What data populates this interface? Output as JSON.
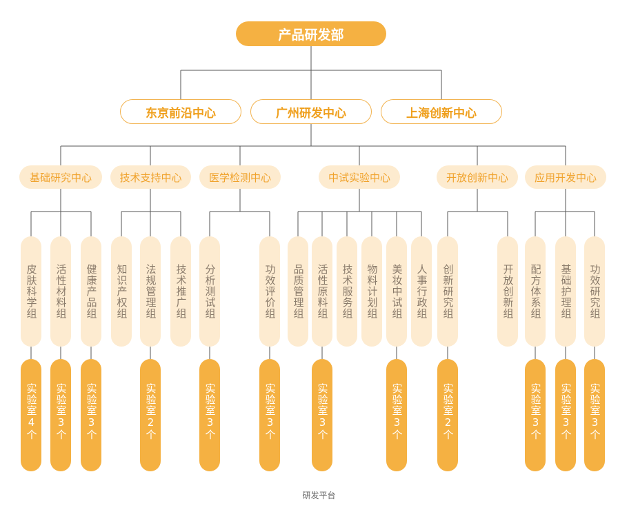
{
  "root": "产品研发部",
  "centers": [
    "东京前沿中心",
    "广州研发中心",
    "上海创新中心"
  ],
  "departments": [
    "基础研究中心",
    "技术支持中心",
    "医学检测中心",
    "中试实验中心",
    "开放创新中心",
    "应用开发中心"
  ],
  "groups": [
    "皮肤科学组",
    "活性材料组",
    "健康产品组",
    "知识产权组",
    "法规管理组",
    "技术推广组",
    "分析测试组",
    "功效评价组",
    "品质管理组",
    "活性原料组",
    "技术服务组",
    "物料计划组",
    "美妆中试组",
    "人事行政组",
    "创新研究组",
    "开放创新组",
    "配方体系组",
    "基础护理组",
    "功效研究组"
  ],
  "labs": [
    "实验室4个",
    "实验室3个",
    "实验室3个",
    "实验室2个",
    "实验室3个",
    "实验室3个",
    "实验室3个",
    "实验室3个",
    "实验室2个",
    "实验室3个",
    "实验室3个",
    "实验室3个"
  ],
  "caption": "研发平台",
  "colors": {
    "accent": "#f5b142",
    "line": "#555555",
    "dept_fill": "#fdebcf",
    "center_border": "#f2b24e"
  }
}
